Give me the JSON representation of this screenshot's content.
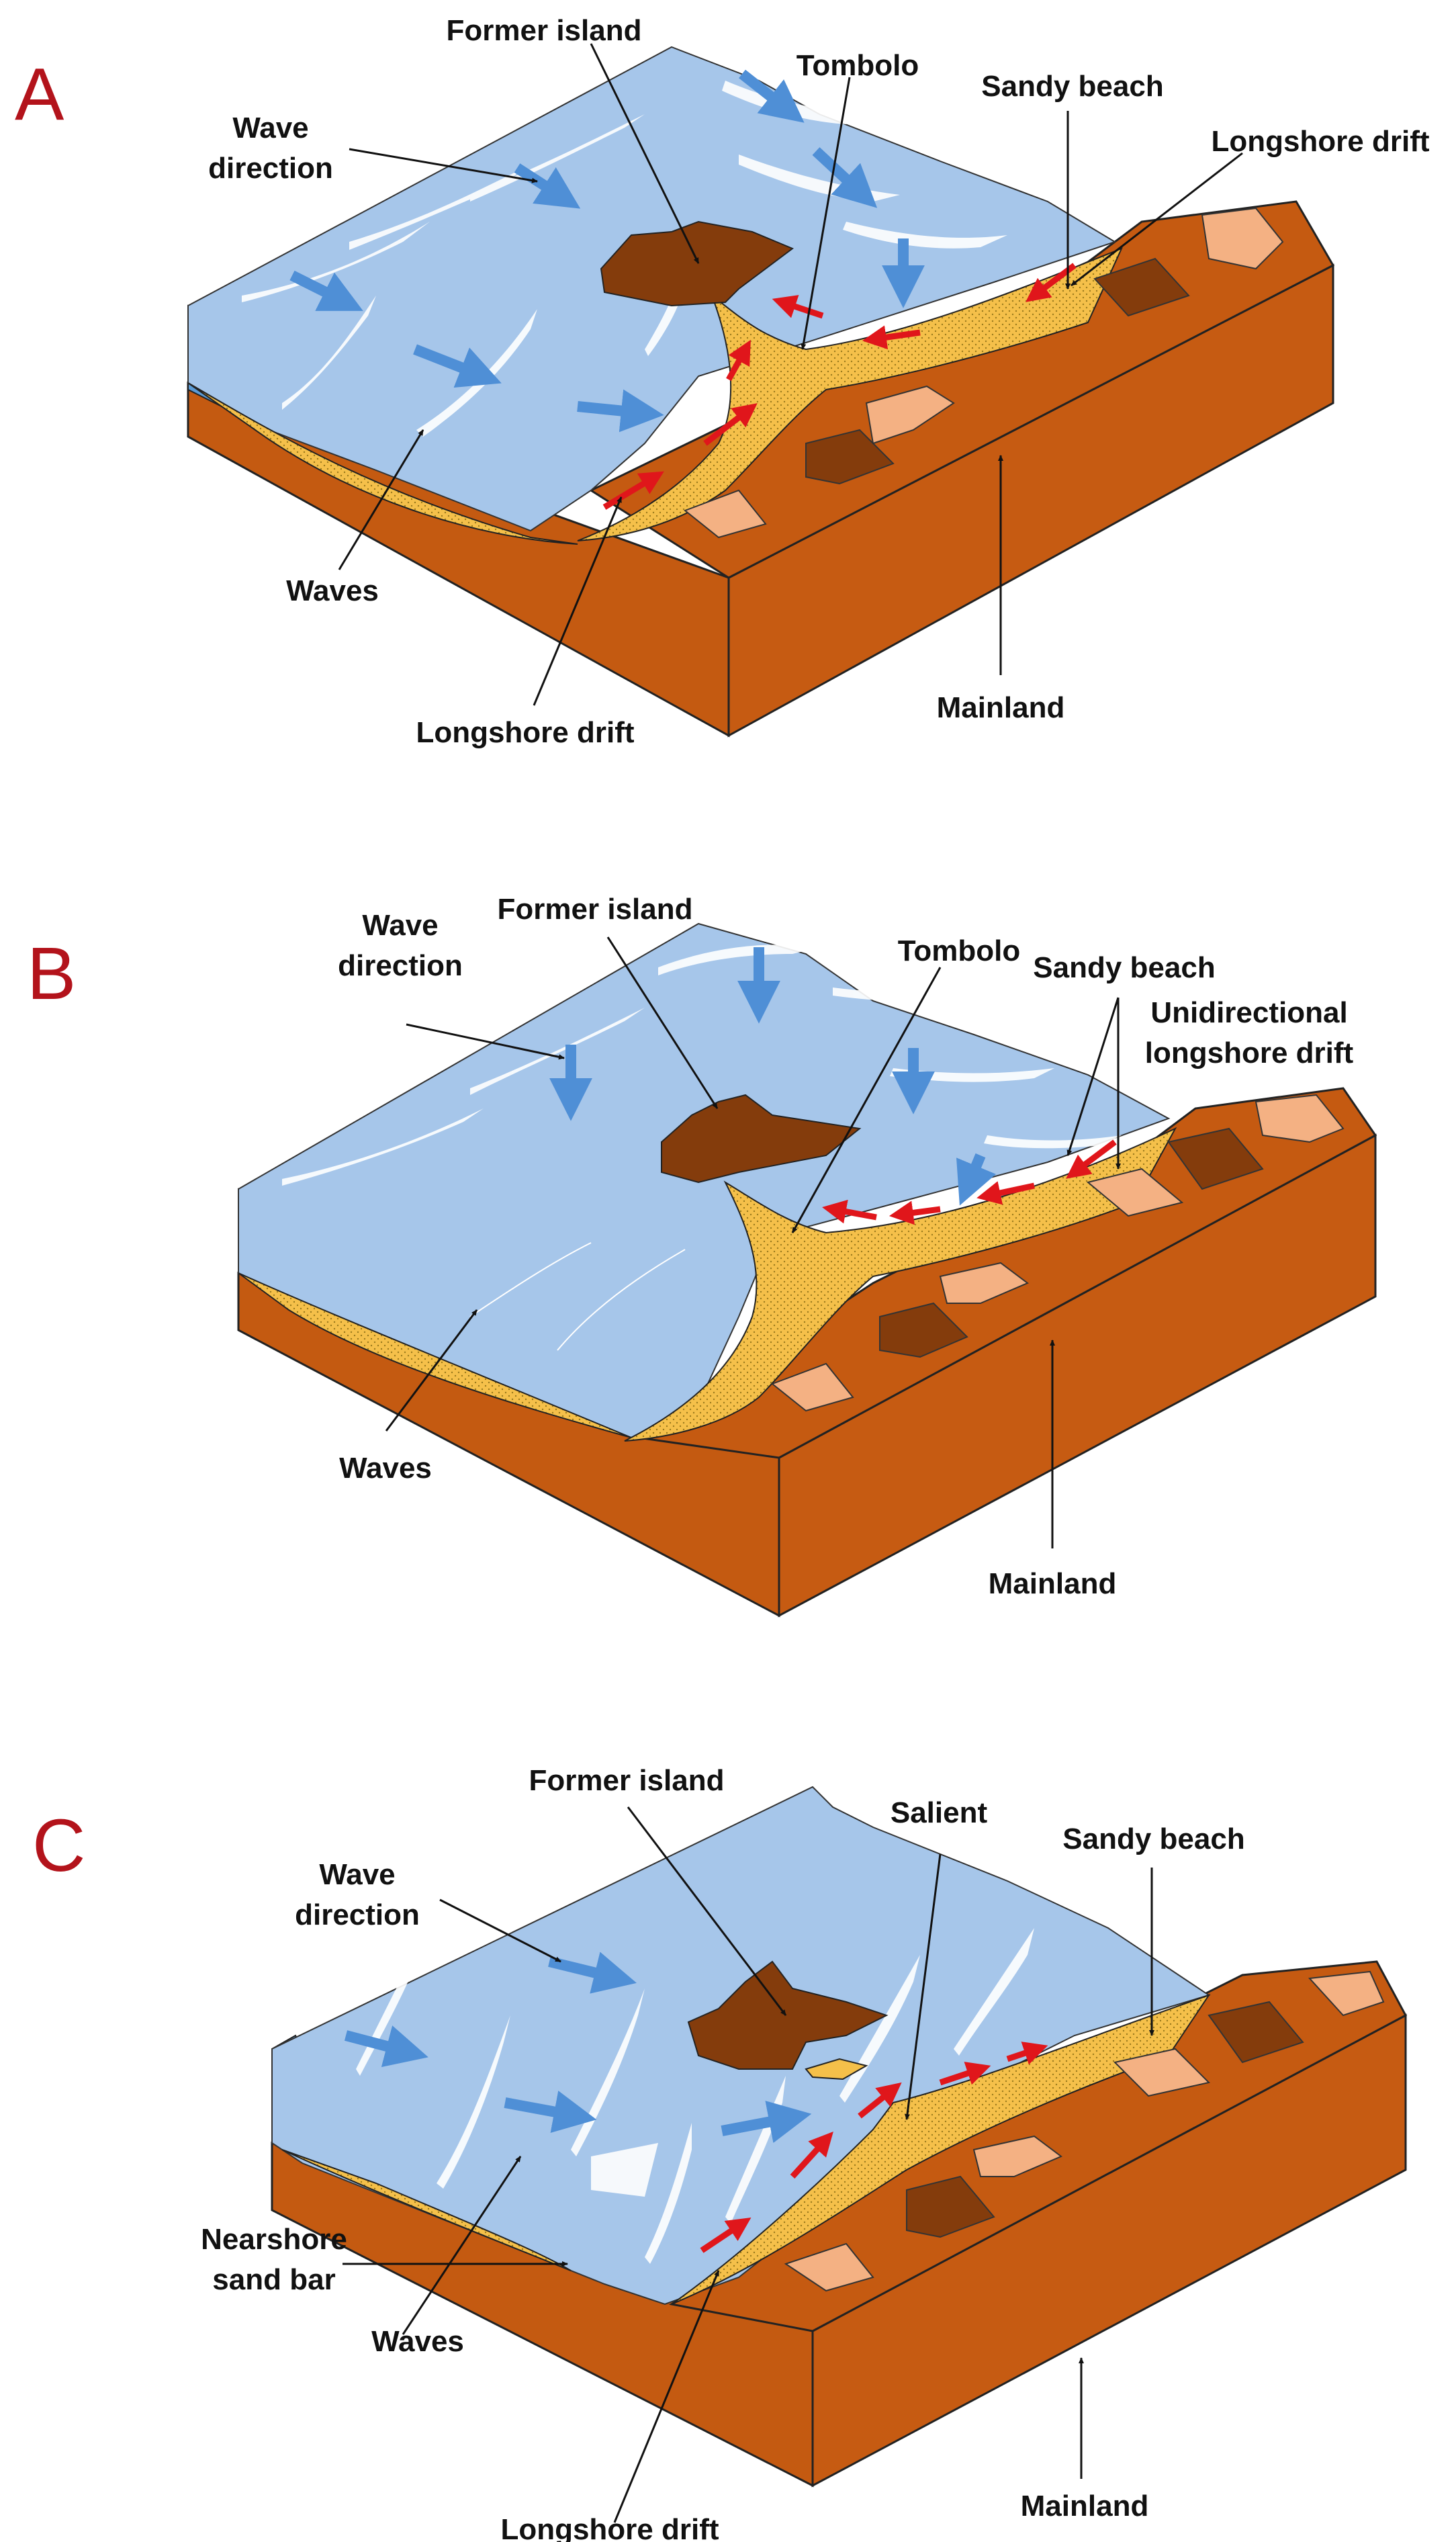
{
  "colors": {
    "sea": "#a6c6ea",
    "sea_front": "#5b9bd5",
    "foam": "#ffffff",
    "sand": "#f5c04a",
    "land_top": "#c55a11",
    "land_side": "#c65b12",
    "island": "#843c0c",
    "rock_light": "#f4b183",
    "wave_arrow": "#4f8fd6",
    "drift_arrow": "#e0161b",
    "panel_letter": "#b3131b"
  },
  "panels": {
    "A": {
      "letter": "A",
      "former_island": "Former island",
      "tombolo": "Tombolo",
      "sandy_beach": "Sandy beach",
      "longshore_drift_top": "Longshore drift",
      "wave_direction_1": "Wave",
      "wave_direction_2": "direction",
      "waves": "Waves",
      "longshore_drift_bottom": "Longshore drift",
      "mainland": "Mainland"
    },
    "B": {
      "letter": "B",
      "wave_direction_1": "Wave",
      "wave_direction_2": "direction",
      "former_island": "Former island",
      "tombolo": "Tombolo",
      "sandy_beach": "Sandy beach",
      "unidirectional_1": "Unidirectional",
      "unidirectional_2": "longshore drift",
      "waves": "Waves",
      "mainland": "Mainland"
    },
    "C": {
      "letter": "C",
      "former_island": "Former island",
      "salient": "Salient",
      "sandy_beach": "Sandy beach",
      "wave_direction_1": "Wave",
      "wave_direction_2": "direction",
      "nearshore_1": "Nearshore",
      "nearshore_2": "sand bar",
      "waves": "Waves",
      "longshore_drift": "Longshore drift",
      "mainland": "Mainland"
    }
  }
}
